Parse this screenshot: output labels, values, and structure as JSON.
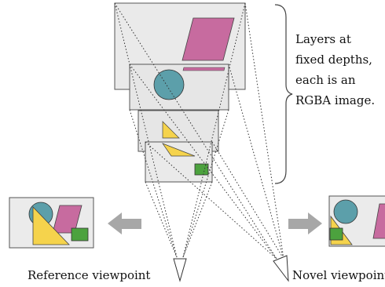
{
  "annotation": {
    "lines": [
      "Layers at",
      "fixed depths,",
      "each is an",
      "RGBA image."
    ]
  },
  "labels": {
    "reference": "Reference viewpoint",
    "novel": "Novel viewpoint"
  },
  "colors": {
    "layer_fill": "#e9e9e9",
    "layer_stroke": "#555555",
    "magenta_shape": "#c76b9f",
    "teal_circle": "#5c9faa",
    "yellow_triangle": "#f5d34c",
    "green_rect": "#4ca23e",
    "arrow_gray": "#a7a7a7"
  }
}
